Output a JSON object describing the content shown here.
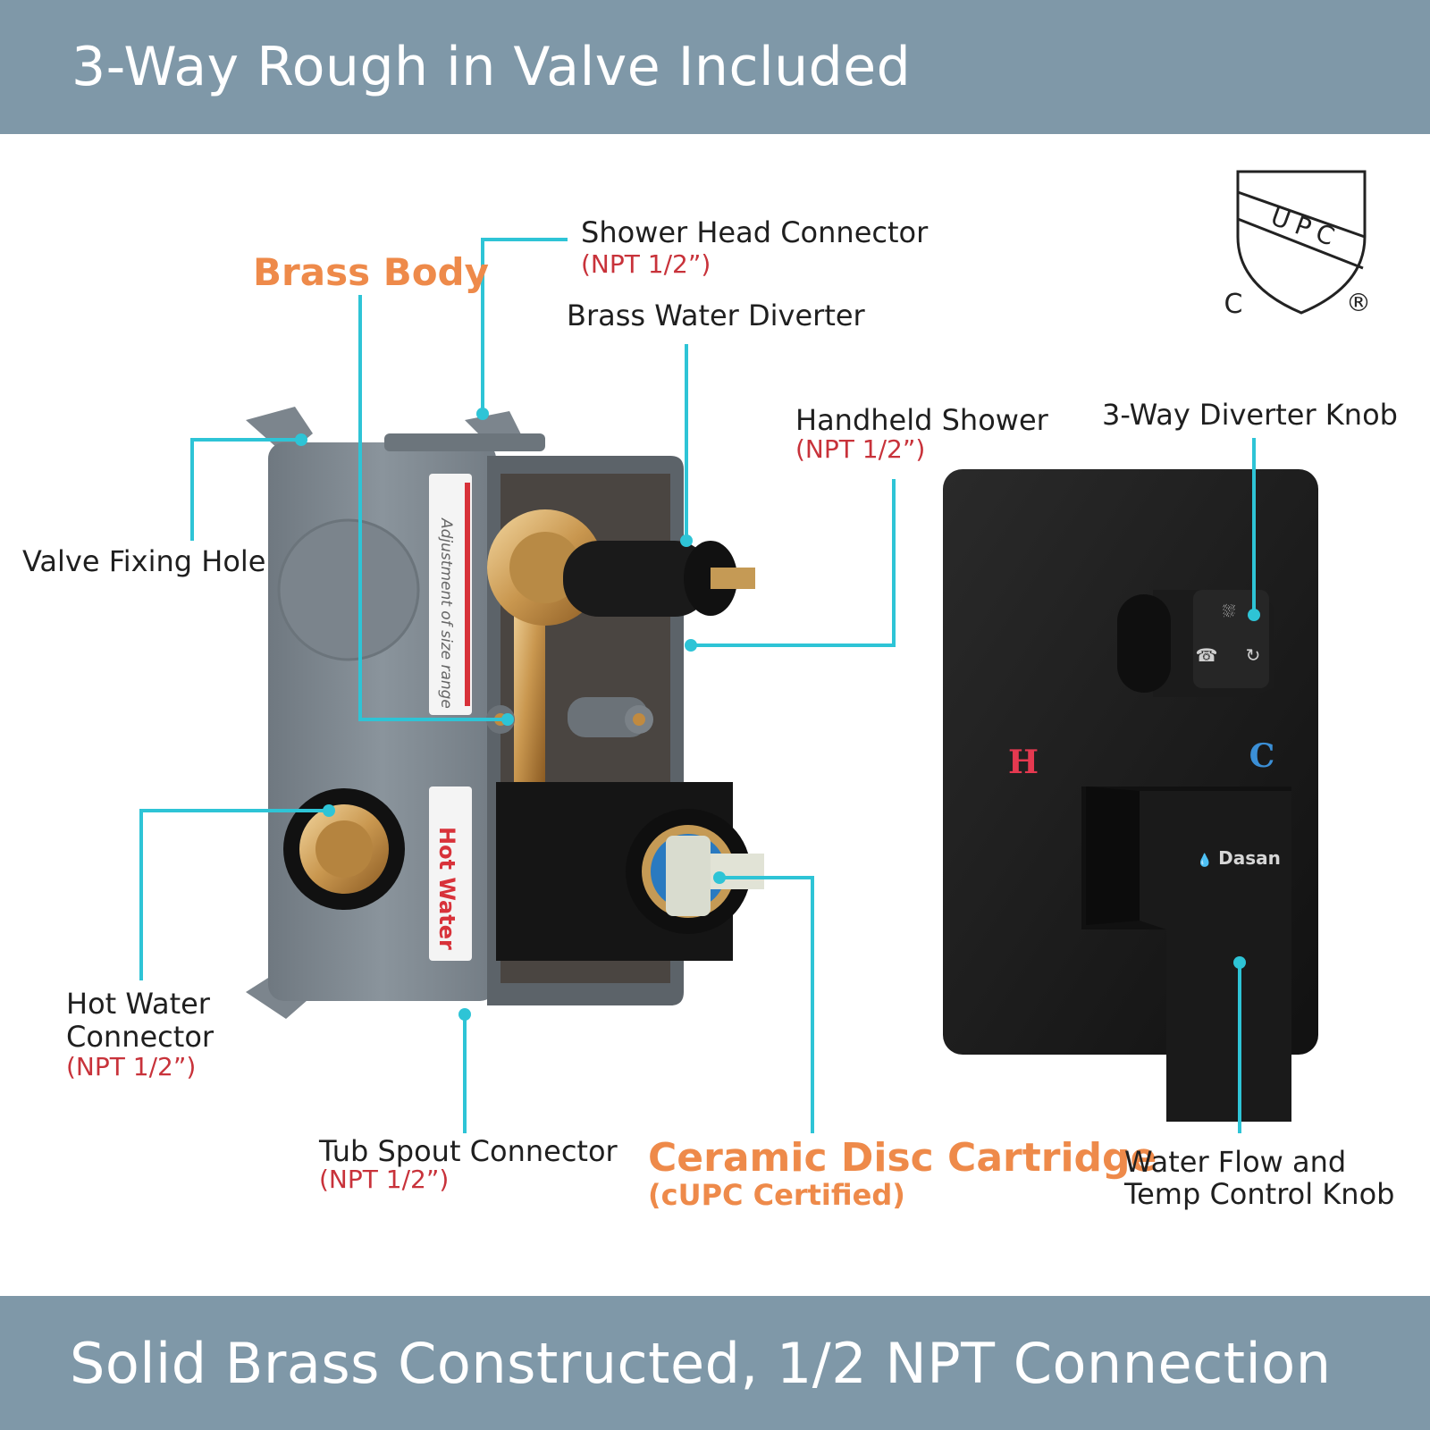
{
  "header": {
    "title": "3-Way Rough in Valve Included"
  },
  "footer": {
    "title": "Solid Brass Constructed, 1/2 NPT Connection"
  },
  "callouts": {
    "brass_body": "Brass Body",
    "shower_head": {
      "label": "Shower Head Connector",
      "spec": "(NPT 1/2”)"
    },
    "water_diverter": "Brass Water Diverter",
    "handheld": {
      "label": "Handheld Shower",
      "spec": "(NPT 1/2”)"
    },
    "diverter_knob": "3-Way Diverter Knob",
    "fixing_hole": "Valve Fixing Hole",
    "hot_water": {
      "line1": "Hot Water",
      "line2": "Connector",
      "spec": "(NPT 1/2”)"
    },
    "tub_spout": {
      "label": "Tub Spout Connector",
      "spec": "(NPT 1/2”)"
    },
    "cartridge": {
      "label": "Ceramic Disc Cartridge",
      "spec": "(cUPC Certified)"
    },
    "control_knob": {
      "line1": "Water Flow and",
      "line2": "Temp Control Knob"
    }
  },
  "product_marks": {
    "box_label_top": "Adjustment of size range",
    "box_label_bottom": "Hot Water",
    "hot_letter": "H",
    "cold_letter": "C",
    "brand": "Dasan"
  },
  "certification": {
    "shield_text": "UPC",
    "prefix": "C",
    "registered": "®"
  },
  "colors": {
    "banner": "#7f98a8",
    "leader": "#2ec4d6",
    "accent_orange": "#ee8a4a",
    "spec_red": "#c8323a"
  }
}
